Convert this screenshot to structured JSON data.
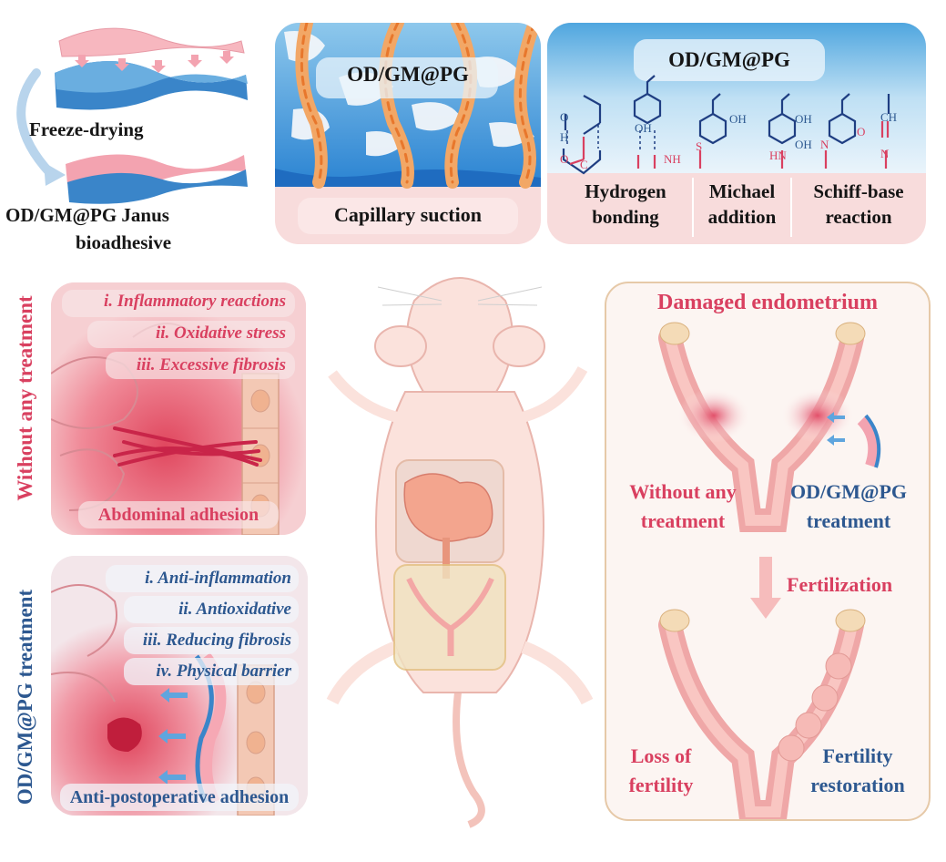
{
  "colors": {
    "red": "#d94060",
    "blue": "#2d5890",
    "pink": "#f2a9b5",
    "band": "#f6d6d6"
  },
  "top_left": {
    "step": "Freeze-drying",
    "product": "OD/GM@PG Janus",
    "product_2": "bioadhesive"
  },
  "capillary_panel": {
    "title": "OD/GM@PG",
    "caption": "Capillary suction"
  },
  "chem_panel": {
    "title": "OD/GM@PG",
    "mechanisms": [
      {
        "line1": "Hydrogen",
        "line2": "bonding"
      },
      {
        "line1": "Michael",
        "line2": "addition"
      },
      {
        "line1": "Schiff-base",
        "line2": "reaction"
      }
    ],
    "atoms": {
      "o": "O",
      "h": "H",
      "c": "C",
      "oh": "OH",
      "nh": "NH",
      "s": "S",
      "hn": "HN",
      "n": "N",
      "ch": "CH"
    }
  },
  "without_panel": {
    "side_label": "Without any treatment",
    "items": [
      "i. Inflammatory reactions",
      "ii. Oxidative stress",
      "iii. Excessive fibrosis"
    ],
    "caption": "Abdominal adhesion"
  },
  "with_panel": {
    "side_label": "OD/GM@PG treatment",
    "items": [
      "i. Anti-inflammation",
      "ii. Antioxidative",
      "iii. Reducing fibrosis",
      "iv. Physical barrier"
    ],
    "caption": "Anti-postoperative adhesion"
  },
  "uterus_panel": {
    "title": "Damaged endometrium",
    "left_label_1": "Without any",
    "left_label_2": "treatment",
    "right_label_1": "OD/GM@PG",
    "right_label_2": "treatment",
    "arrow_label": "Fertilization",
    "outcome_left_1": "Loss of",
    "outcome_left_2": "fertility",
    "outcome_right_1": "Fertility",
    "outcome_right_2": "restoration"
  }
}
